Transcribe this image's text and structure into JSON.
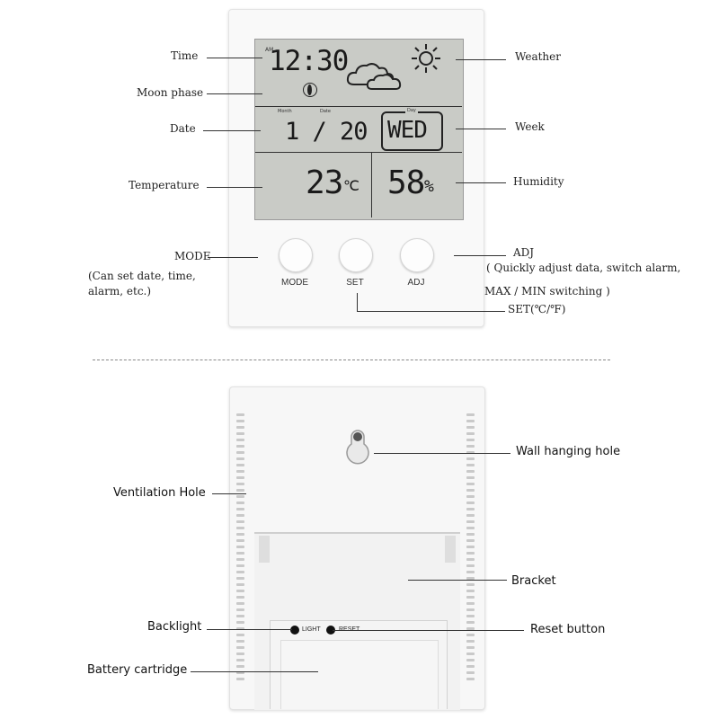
{
  "front": {
    "labels": {
      "time": "Time",
      "moon_phase": "Moon phase",
      "date": "Date",
      "temperature": "Temperature",
      "mode": "MODE",
      "mode_desc_1": "(Can set date, time,",
      "mode_desc_2": "alarm, etc.)",
      "weather": "Weather",
      "week": "Week",
      "humidity": "Humidity",
      "adj": "ADJ",
      "adj_desc_1": "( Quickly adjust data, switch alarm,",
      "adj_desc_2": "MAX / MIN switching )",
      "set_units": "SET(℃/℉)"
    },
    "lcd": {
      "am": "AM",
      "time": "12:30",
      "month_label": "Month",
      "date_label": "Date",
      "date": "1 / 20",
      "day_label": "Day",
      "weekday": "WED",
      "temperature": "23",
      "temp_unit": "℃",
      "humidity": "58",
      "humidity_unit": "%"
    },
    "buttons": {
      "mode": "MODE",
      "set": "SET",
      "adj": "ADJ"
    }
  },
  "back": {
    "labels": {
      "wall_hanging_hole": "Wall hanging hole",
      "ventilation_hole": "Ventilation Hole",
      "bracket": "Bracket",
      "backlight": "Backlight",
      "reset_button": "Reset button",
      "battery_cartridge": "Battery cartridge"
    },
    "buttons": {
      "light": "LIGHT",
      "reset": "RESET"
    }
  }
}
